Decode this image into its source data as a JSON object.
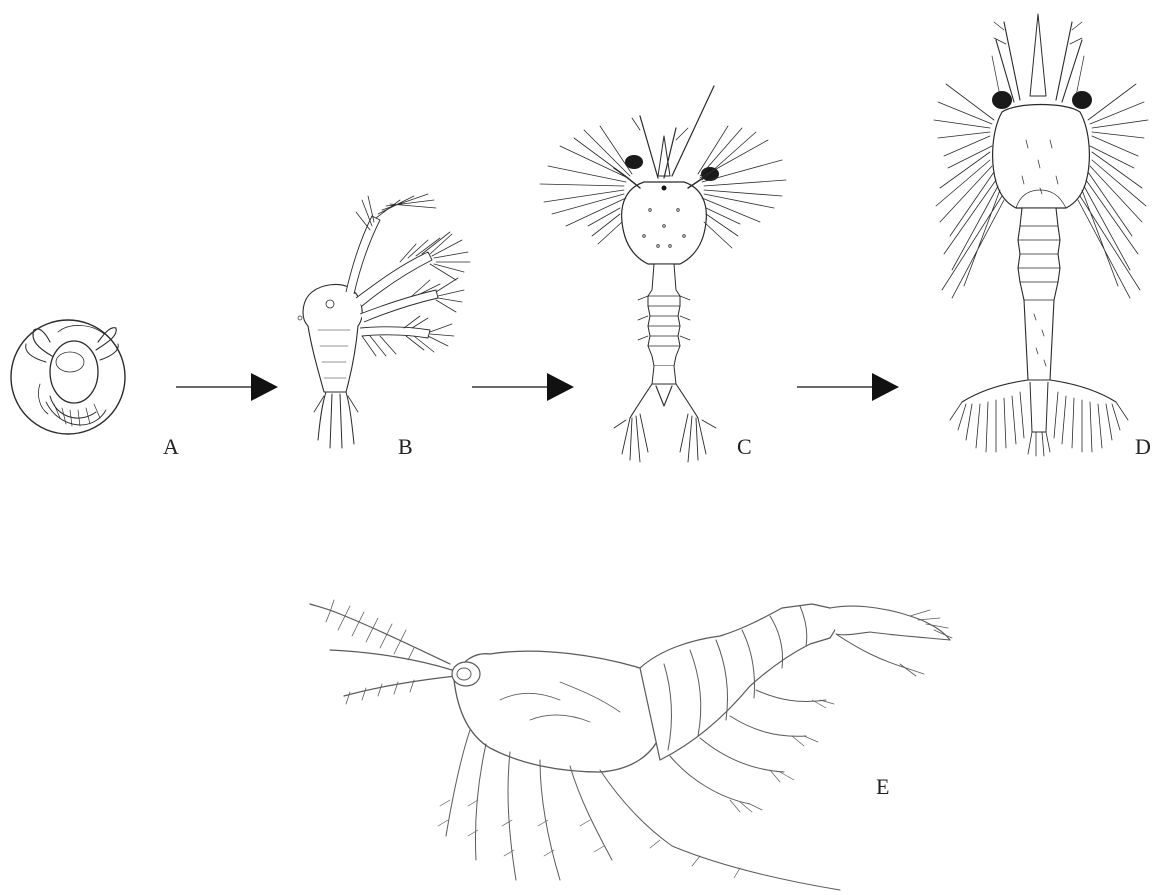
{
  "stages": [
    {
      "key": "egg",
      "label": "A"
    },
    {
      "key": "nauplius",
      "label": "B"
    },
    {
      "key": "zoea",
      "label": "C"
    },
    {
      "key": "mysis",
      "label": "D"
    },
    {
      "key": "adult",
      "label": "E"
    }
  ],
  "ink_color": "#2a2a2a",
  "adult_ink_color": "#5a5a5a"
}
